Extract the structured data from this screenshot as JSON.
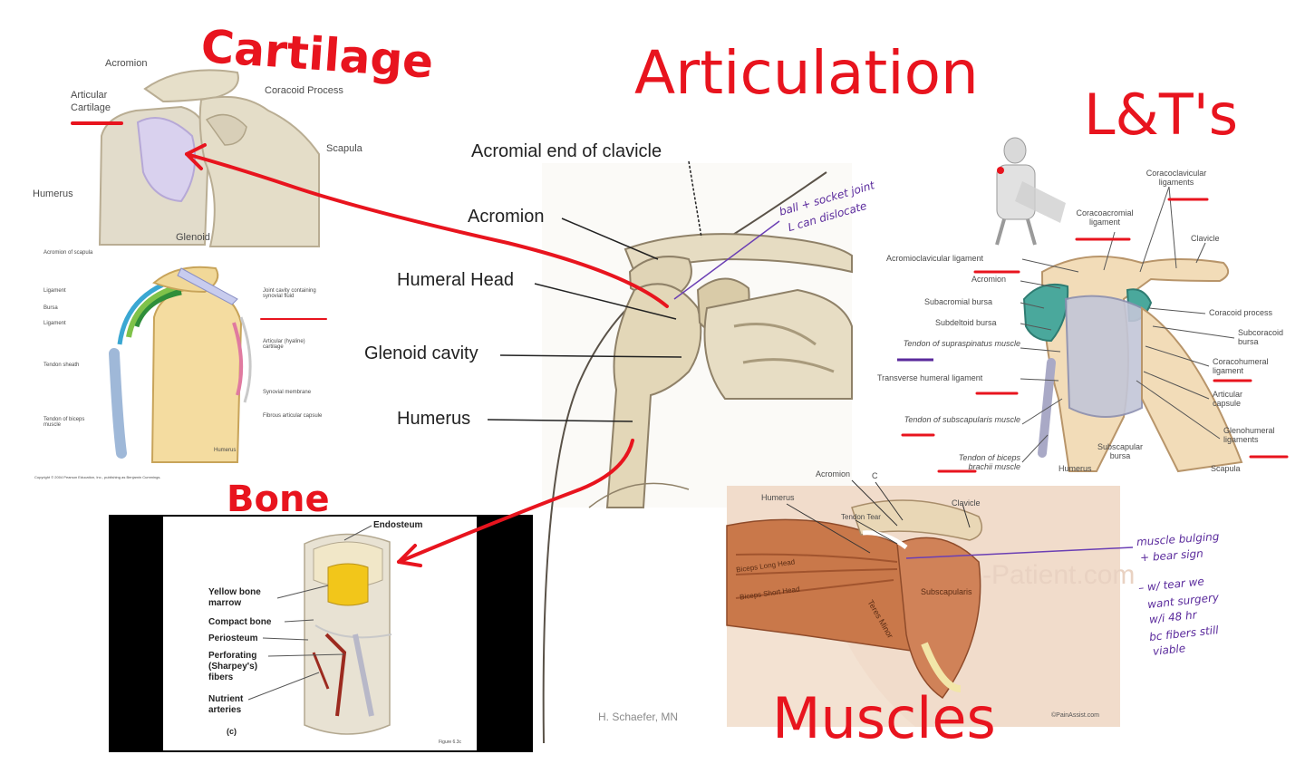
{
  "headings": {
    "cartilage": "Cartilage",
    "articulation": "Articulation",
    "lts": "L&T's",
    "bone": "Bone",
    "muscles": "Muscles"
  },
  "cartilage_panel": {
    "labels": [
      "Acromion",
      "Coracoid Process",
      "Articular Cartilage",
      "Scapula",
      "Humerus",
      "Glenoid"
    ],
    "section_labels_left": [
      "Acromion of scapula",
      "Ligament",
      "Bursa",
      "Ligament",
      "Tendon sheath",
      "Tendon of biceps muscle"
    ],
    "section_labels_right": [
      "Joint cavity containing synovial fluid",
      "Articular (hyaline) cartilage",
      "Synovial membrane",
      "Fibrous articular capsule",
      "Humerus"
    ],
    "copyright": "Copyright © 2004 Pearson Education, Inc., publishing as Benjamin Cummings."
  },
  "articulation_panel": {
    "labels": [
      "Acromial end of clavicle",
      "Acromion",
      "Humeral Head",
      "Glenoid cavity",
      "Humerus"
    ],
    "note_line1": "ball + socket joint",
    "note_line2": "L can dislocate"
  },
  "lt_panel": {
    "labels_top": [
      "Coracoclavicular ligaments",
      "Coracoacromial ligament",
      "Clavicle"
    ],
    "labels_left": [
      "Acromioclavicular ligament",
      "Acromion",
      "Subacromial bursa",
      "Subdeltoid bursa",
      "Tendon of supraspinatus muscle",
      "Transverse humeral ligament",
      "Tendon of subscapularis muscle",
      "Tendon of biceps brachii muscle"
    ],
    "labels_right": [
      "Coracoid process",
      "Subcoracoid bursa",
      "Coracohumeral ligament",
      "Articular capsule",
      "Glenohumeral ligaments",
      "Scapula"
    ],
    "labels_bottom": [
      "Humerus",
      "Subscapular bursa"
    ]
  },
  "bone_panel": {
    "labels": [
      "Endosteum",
      "Yellow bone marrow",
      "Compact bone",
      "Periosteum",
      "Perforating (Sharpey's) fibers",
      "Nutrient arteries"
    ],
    "sublabel": "(c)",
    "figure": "Figure 6.3c"
  },
  "muscle_panel": {
    "labels": [
      "Acromion",
      "C",
      "Humerus",
      "Tendon Tear",
      "Clavicle",
      "Biceps Long Head",
      "Biceps Short Head",
      "Subscapularis",
      "Teres Minor"
    ],
    "watermark": "-Patient.com",
    "credit": "©PainAssist.com",
    "note_line1": "muscle bulging",
    "note_line2": "+ bear sign",
    "note_line3": "– w/ tear we",
    "note_line4": "want surgery",
    "note_line5": "w/i 48 hr",
    "note_line6": "bc fibers still",
    "note_line7": "viable"
  },
  "author": "H. Schaefer, MN",
  "colors": {
    "ink_red": "#e8141e",
    "ink_purple": "#5a2a9c",
    "bone": "#e8dcc0",
    "muscle": "#c9784a"
  }
}
